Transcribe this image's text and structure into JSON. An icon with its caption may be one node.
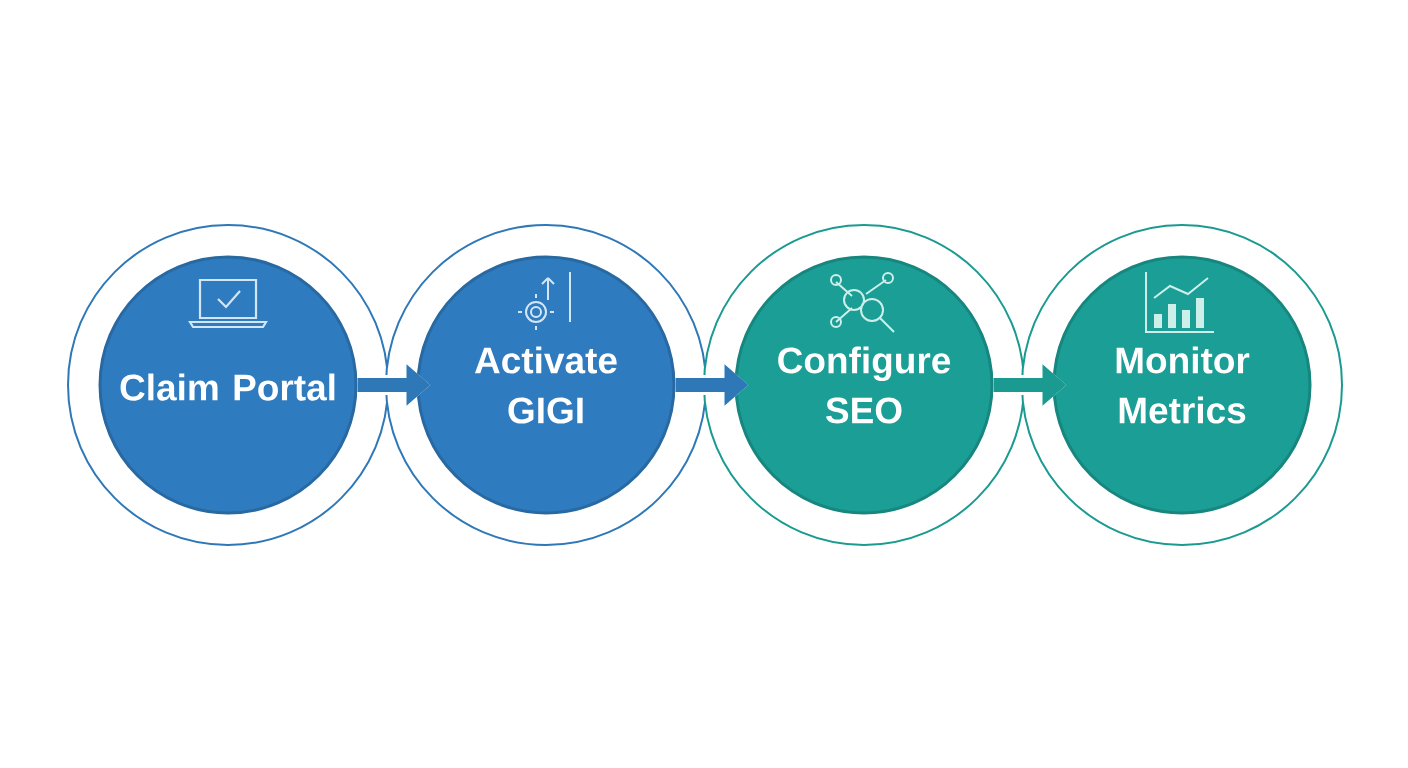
{
  "diagram": {
    "nodes": [
      {
        "text": [
          "Claim Portal"
        ]
      },
      {
        "text": [
          "Activate GIGI"
        ]
      },
      {
        "text": [
          "Configure SEO"
        ]
      },
      {
        "text": [
          "Monitor Metrics"
        ]
      }
    ],
    "edges": [
      {
        "from": 0,
        "to": 1,
        "arrow": "to"
      },
      {
        "from": 1,
        "to": 2,
        "arrow": "to"
      },
      {
        "from": 2,
        "to": 3,
        "arrow": "to",
        "color": "#1a9a90"
      }
    ]
  }
}
